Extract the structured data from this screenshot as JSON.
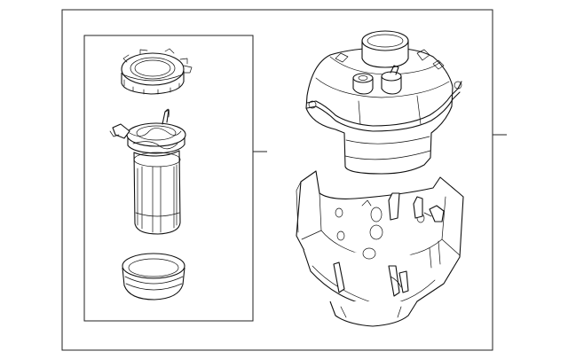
{
  "diagram": {
    "kind": "exploded parts illustration",
    "line_color": "#111111",
    "background": "#ffffff",
    "parts": [
      "lock-ring-cap",
      "pump-module",
      "seal-ring",
      "reservoir-tank",
      "tank-bracket"
    ]
  }
}
